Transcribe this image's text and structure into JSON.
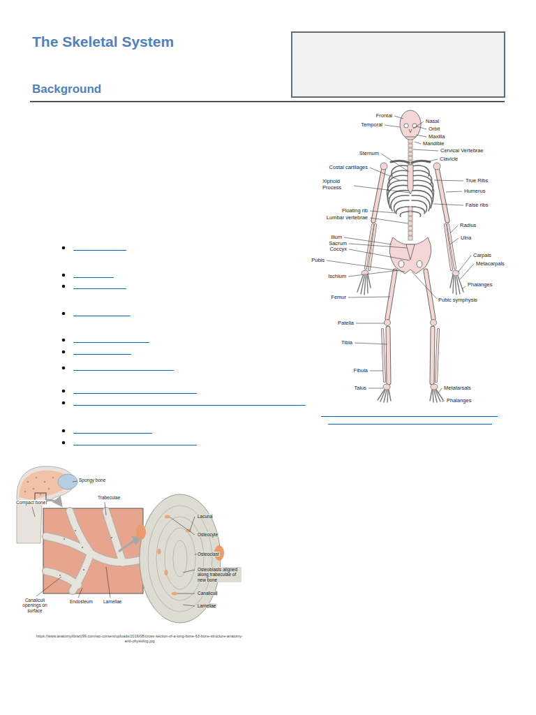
{
  "diagram": {
    "title": "The Skeletal System",
    "caption": "https://www.anatomylibrary99.com/wp-content/uploads/2016/08/cross-section-of-a-long-bone-63-bone-structure-anatomy-and-physiolog.jpg",
    "labels": [
      "Background",
      "Frontal",
      "Temporal",
      "Nasal",
      "Orbit",
      "Maxilla",
      "Mandible",
      "Sternum",
      "Cervical Vertebrae",
      "Costal cartilages",
      "Clavicle",
      "Xiphoid Process",
      "True Ribs",
      "Humerus",
      "False ribs",
      "Floating rib",
      "Lumbar vertebrae",
      "Radius",
      "Ilium",
      "Sacrum",
      "Ulna",
      "Coccyx",
      "Carpals",
      "Metacarpals",
      "Pubis",
      "Phalanges",
      "Ischium",
      "Pubic symphysis",
      "Femur",
      "Patella",
      "Tibia",
      "Fibula",
      "Talus",
      "Metatarsals",
      "Phalanges",
      "Spongy bone",
      "Compact bone",
      "Trabeculae",
      "Lacuna",
      "Osteocyte",
      "Osteoclast",
      "Osteoblasts aligned along trabeculae of new bone",
      "Canaliculi",
      "Lamellae",
      "Canaliculi openings on surface",
      "Endosteum",
      "Lamellae"
    ]
  }
}
